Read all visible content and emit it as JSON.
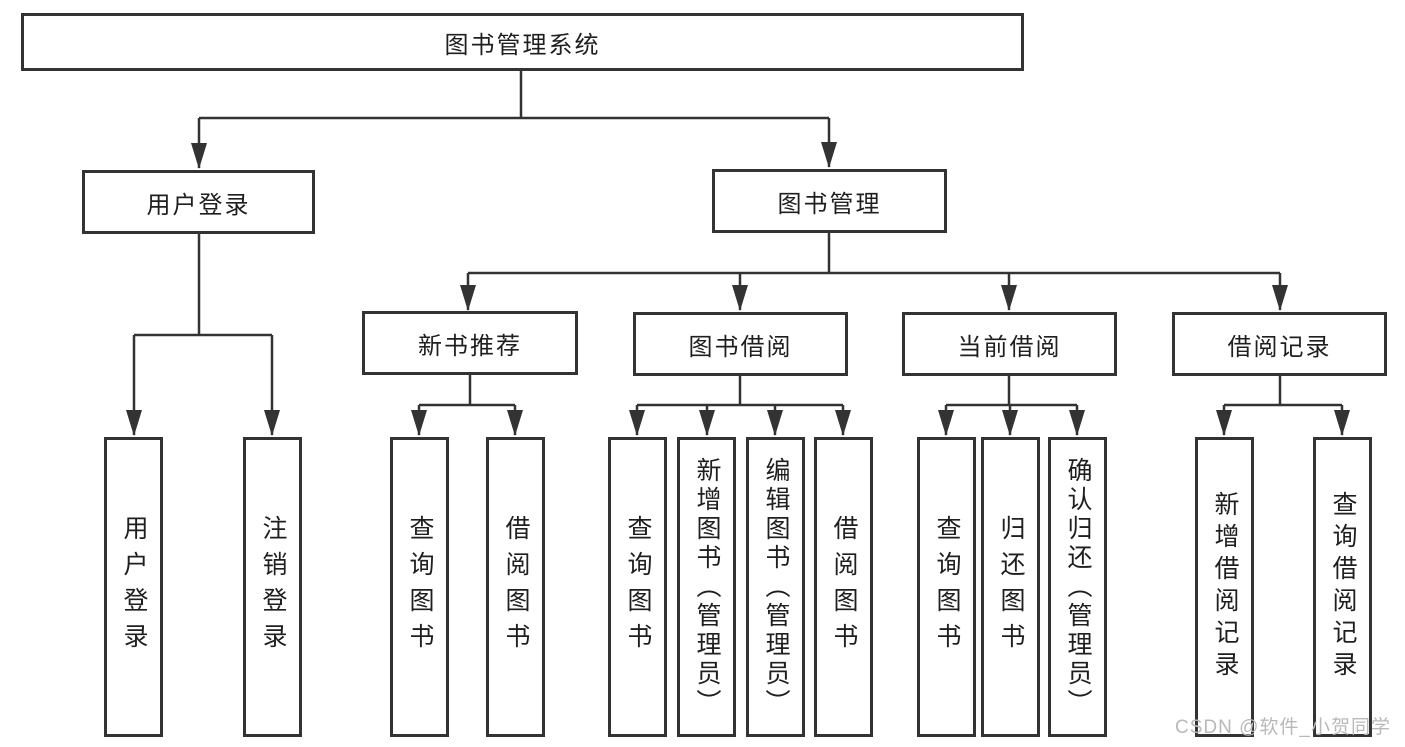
{
  "diagram": {
    "title": "图书管理系统",
    "branches": [
      {
        "label": "用户登录",
        "children": [
          {
            "label": "用户登录"
          },
          {
            "label": "注销登录"
          }
        ]
      },
      {
        "label": "图书管理",
        "children": [
          {
            "label": "新书推荐",
            "children": [
              {
                "label": "查询图书"
              },
              {
                "label": "借阅图书"
              }
            ]
          },
          {
            "label": "图书借阅",
            "children": [
              {
                "label": "查询图书"
              },
              {
                "label": "新增图书（管理员）"
              },
              {
                "label": "编辑图书（管理员）"
              },
              {
                "label": "借阅图书"
              }
            ]
          },
          {
            "label": "当前借阅",
            "children": [
              {
                "label": "查询图书"
              },
              {
                "label": "归还图书"
              },
              {
                "label": "确认归还（管理员）"
              }
            ]
          },
          {
            "label": "借阅记录",
            "children": [
              {
                "label": "新增借阅记录"
              },
              {
                "label": "查询借阅记录"
              }
            ]
          }
        ]
      }
    ]
  },
  "watermark": {
    "text": "CSDN @软件_小贺同学"
  },
  "colors": {
    "line": "#333333",
    "text": "#1f1f1f",
    "watermark": "#b9b9b9",
    "background": "#ffffff"
  }
}
